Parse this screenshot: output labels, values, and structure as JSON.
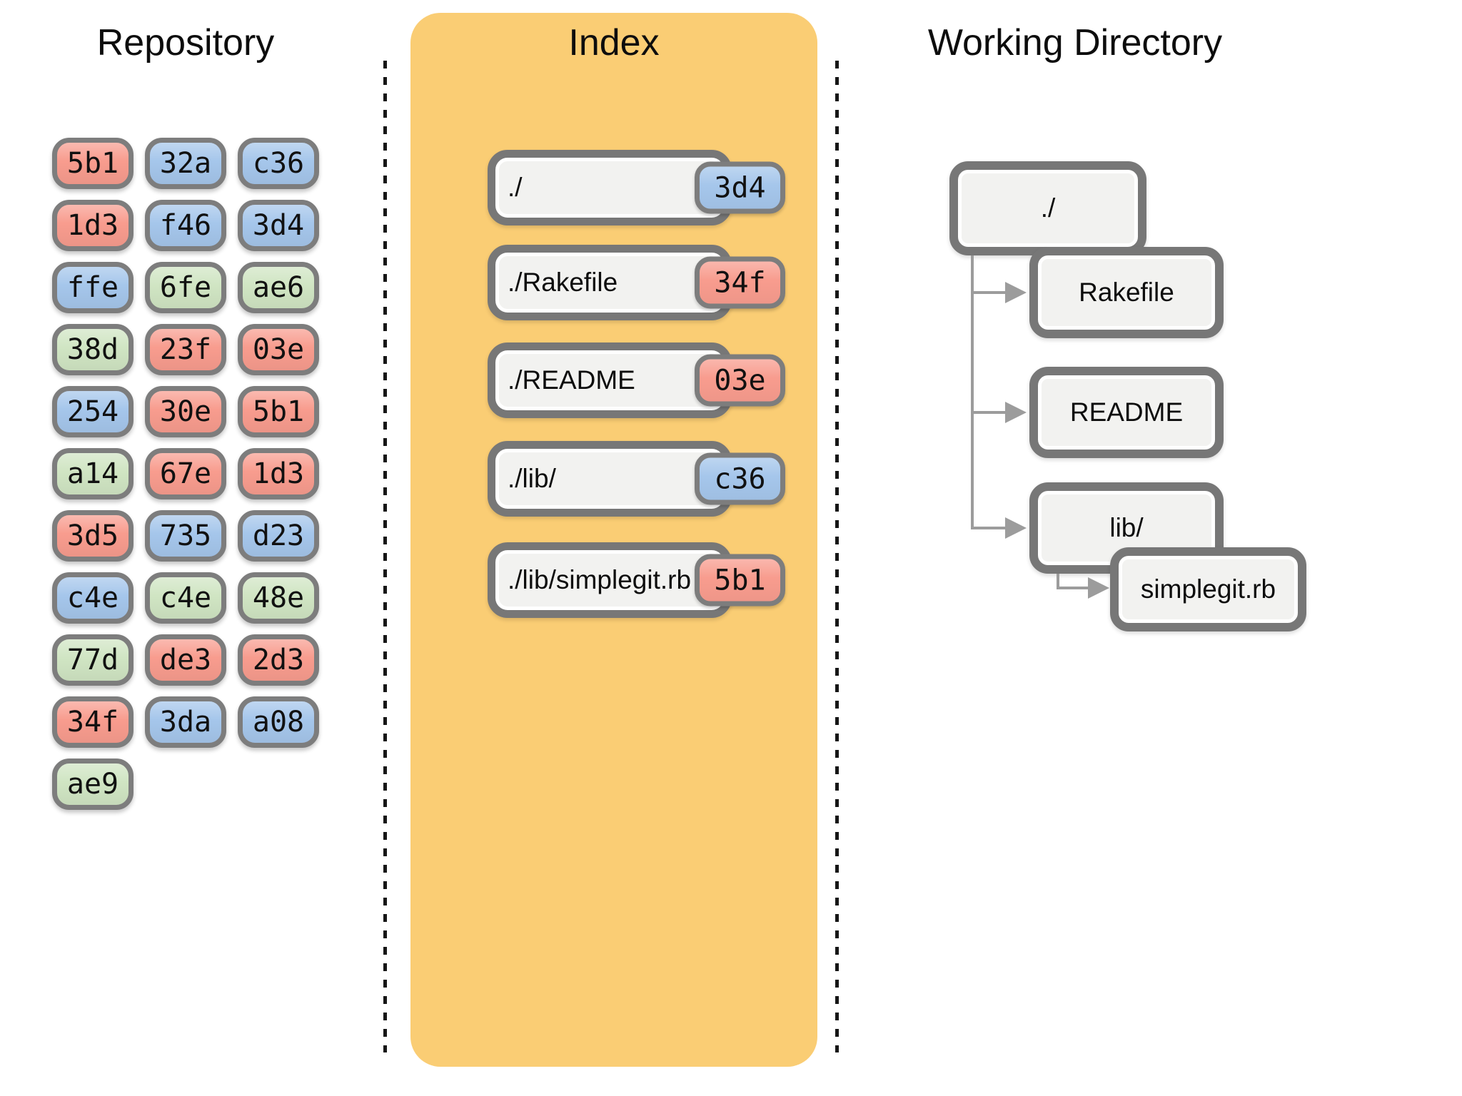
{
  "repository": {
    "title": "Repository",
    "objects": [
      {
        "hash": "5b1",
        "color": "red"
      },
      {
        "hash": "32a",
        "color": "blue"
      },
      {
        "hash": "c36",
        "color": "blue"
      },
      {
        "hash": "1d3",
        "color": "red"
      },
      {
        "hash": "f46",
        "color": "blue"
      },
      {
        "hash": "3d4",
        "color": "blue"
      },
      {
        "hash": "ffe",
        "color": "blue"
      },
      {
        "hash": "6fe",
        "color": "green"
      },
      {
        "hash": "ae6",
        "color": "green"
      },
      {
        "hash": "38d",
        "color": "green"
      },
      {
        "hash": "23f",
        "color": "red"
      },
      {
        "hash": "03e",
        "color": "red"
      },
      {
        "hash": "254",
        "color": "blue"
      },
      {
        "hash": "30e",
        "color": "red"
      },
      {
        "hash": "5b1",
        "color": "red"
      },
      {
        "hash": "a14",
        "color": "green"
      },
      {
        "hash": "67e",
        "color": "red"
      },
      {
        "hash": "1d3",
        "color": "red"
      },
      {
        "hash": "3d5",
        "color": "red"
      },
      {
        "hash": "735",
        "color": "blue"
      },
      {
        "hash": "d23",
        "color": "blue"
      },
      {
        "hash": "c4e",
        "color": "blue"
      },
      {
        "hash": "c4e",
        "color": "green"
      },
      {
        "hash": "48e",
        "color": "green"
      },
      {
        "hash": "77d",
        "color": "green"
      },
      {
        "hash": "de3",
        "color": "red"
      },
      {
        "hash": "2d3",
        "color": "red"
      },
      {
        "hash": "34f",
        "color": "red"
      },
      {
        "hash": "3da",
        "color": "blue"
      },
      {
        "hash": "a08",
        "color": "blue"
      },
      {
        "hash": "ae9",
        "color": "green"
      }
    ]
  },
  "index": {
    "title": "Index",
    "entries": [
      {
        "path": "./",
        "hash": "3d4",
        "color": "blue"
      },
      {
        "path": "./Rakefile",
        "hash": "34f",
        "color": "red"
      },
      {
        "path": "./README",
        "hash": "03e",
        "color": "red"
      },
      {
        "path": "./lib/",
        "hash": "c36",
        "color": "blue"
      },
      {
        "path": "./lib/simplegit.rb",
        "hash": "5b1",
        "color": "red"
      }
    ]
  },
  "working_directory": {
    "title": "Working Directory",
    "root": {
      "label": "./",
      "color": "blue"
    },
    "children": [
      {
        "label": "Rakefile",
        "color": "red"
      },
      {
        "label": "README",
        "color": "red"
      },
      {
        "label": "lib/",
        "color": "blue"
      }
    ],
    "grandchild": {
      "label": "simplegit.rb",
      "color": "red"
    }
  },
  "theme": {
    "red": "#F89C8E",
    "blue": "#A5C6EB",
    "green": "#D0E5C3",
    "orange_panel": "#FACD74",
    "border_red": "#A14B46",
    "border_blue": "#567B9F",
    "pill_border": "#7D7D7D",
    "connector": "#9C9C9C"
  }
}
